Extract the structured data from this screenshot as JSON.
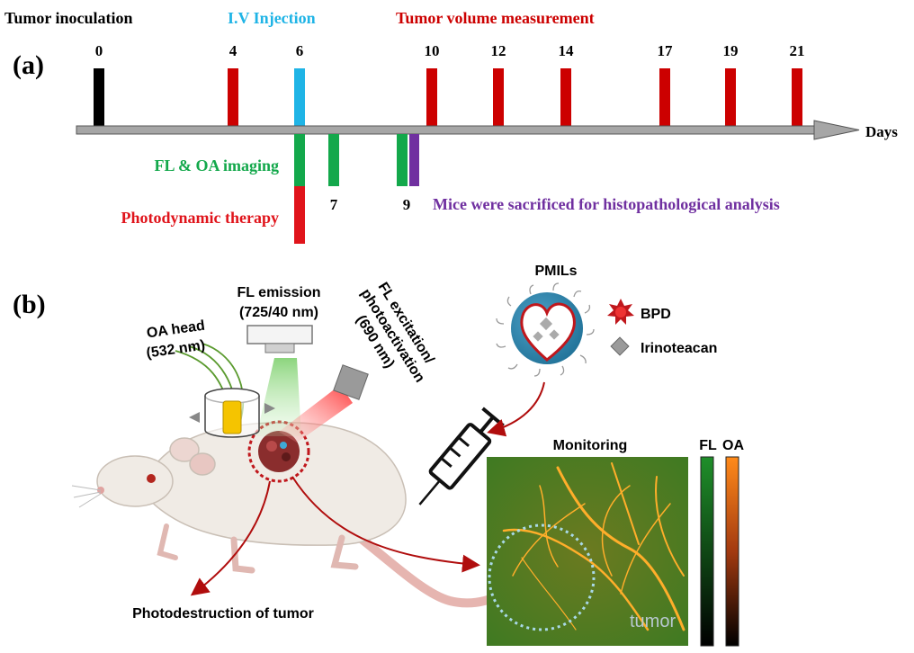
{
  "panel_a": {
    "label": "(a)",
    "legend": {
      "inoculation": "Tumor  inoculation",
      "injection": "I.V Injection",
      "measurement": "Tumor volume measurement"
    },
    "axis_label": "Days",
    "day_labels_top": [
      "0",
      "4",
      "6",
      "10",
      "12",
      "14",
      "17",
      "19",
      "21"
    ],
    "day_labels_bottom": [
      "7",
      "9"
    ],
    "events": {
      "imaging": "FL & OA imaging",
      "therapy": "Photodynamic therapy",
      "sacrifice": "Mice were sacrificed for histopathological analysis"
    },
    "colors": {
      "inoculation": "#000000",
      "injection": "#1fb4e6",
      "measurement": "#cc0000",
      "imaging": "#13a84b",
      "therapy": "#e0141b",
      "sacrifice": "#7030a0",
      "axis": "#a6a6a6"
    }
  },
  "panel_b": {
    "label": "(b)",
    "oa_head": "OA head",
    "oa_head_wavelength": "(532 nm)",
    "fl_emission": "FL emission",
    "fl_emission_wavelength": "(725/40 nm)",
    "fl_excitation_1": "FL excitation/",
    "fl_excitation_2": "photoactivation",
    "fl_excitation_3": "(690 nm)",
    "pmils": "PMILs",
    "bpd": "BPD",
    "irinotecan": "Irinoteacan",
    "monitoring": "Monitoring",
    "fl": "FL",
    "oa": "OA",
    "tumor": "tumor",
    "photodestruction": "Photodestruction of tumor"
  }
}
